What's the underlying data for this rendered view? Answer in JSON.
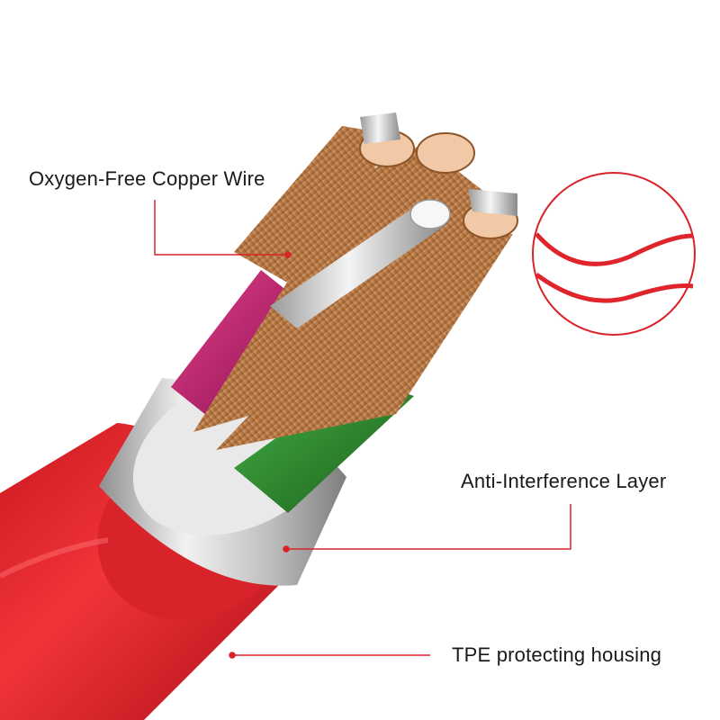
{
  "callouts": {
    "copper_wire": "Oxygen-Free Copper Wire",
    "shield_layer": "Anti-Interference Layer",
    "housing": "TPE protecting housing"
  },
  "colors": {
    "housing_red": "#e0242b",
    "leader_red": "#d9232a",
    "copper": "#c98b55",
    "shield_silver": "#c9c9c9",
    "core_green": "#2a8c2a",
    "core_magenta": "#c0186a"
  },
  "icons": {
    "inset": "cable-closeup-inset-icon"
  }
}
